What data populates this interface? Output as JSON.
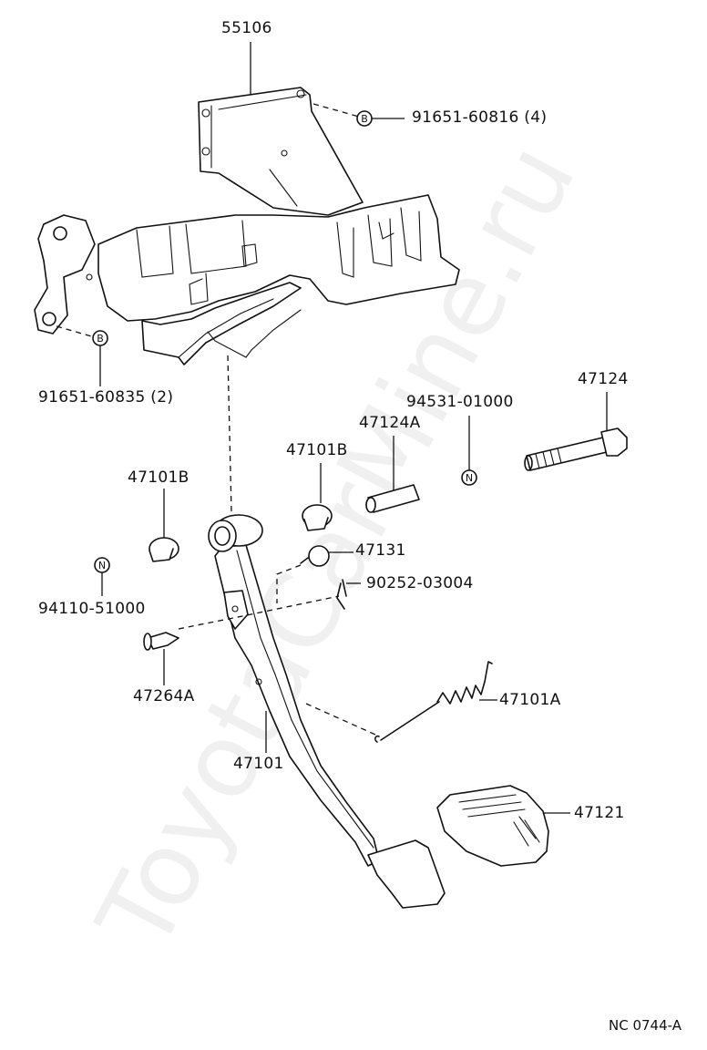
{
  "diagram": {
    "watermark": "ToyotaCarMine.ru",
    "code": "NC 0744-A",
    "badges": {
      "bolt": "B",
      "nut": "N"
    },
    "parts": {
      "bracket": "55106",
      "bolt_upper": "91651-60816 (4)",
      "bolt_lower": "91651-60835 (2)",
      "bolt_long": "47124",
      "nut": "94531-01000",
      "collar": "47124A",
      "bushing_right": "47101B",
      "bushing_left": "47101B",
      "nut_left": "94110-51000",
      "stopper": "47131",
      "clip": "90252-03004",
      "pin": "47264A",
      "spring": "47101A",
      "pedal_arm": "47101",
      "pedal_pad": "47121"
    }
  }
}
